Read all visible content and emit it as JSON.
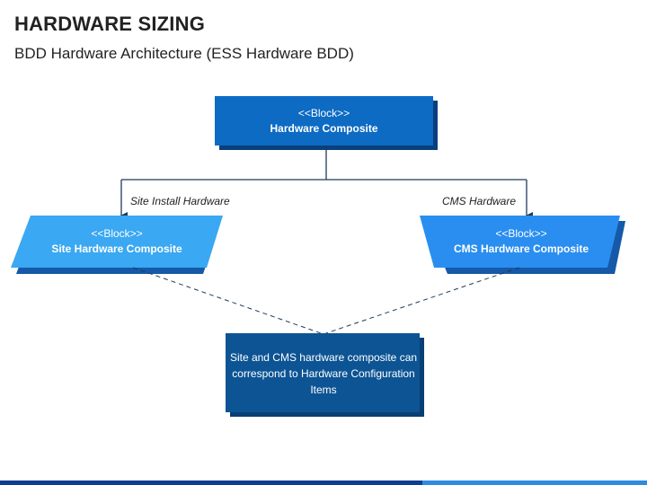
{
  "header": {
    "title": "HARDWARE SIZING",
    "subtitle": "BDD Hardware Architecture (ESS Hardware BDD)"
  },
  "nodes": {
    "top": {
      "stereotype": "<<Block>>",
      "name": "Hardware Composite"
    },
    "left": {
      "stereotype": "<<Block>>",
      "name": "Site Hardware Composite"
    },
    "right": {
      "stereotype": "<<Block>>",
      "name": "CMS Hardware Composite"
    }
  },
  "edges": {
    "left_label": "Site Install Hardware",
    "right_label": "CMS Hardware"
  },
  "note": {
    "text": "Site and CMS hardware composite can correspond to Hardware Configuration Items"
  },
  "colors": {
    "top_block": "#0d6bc4",
    "top_block_shadow": "#0a3f7e",
    "left_block": "#3aa8f2",
    "right_block": "#2a8ef0",
    "block_shadow": "#1559a8",
    "note": "#0d5494",
    "note_shadow": "#0a3f75",
    "connector": "#1f3a5c"
  }
}
